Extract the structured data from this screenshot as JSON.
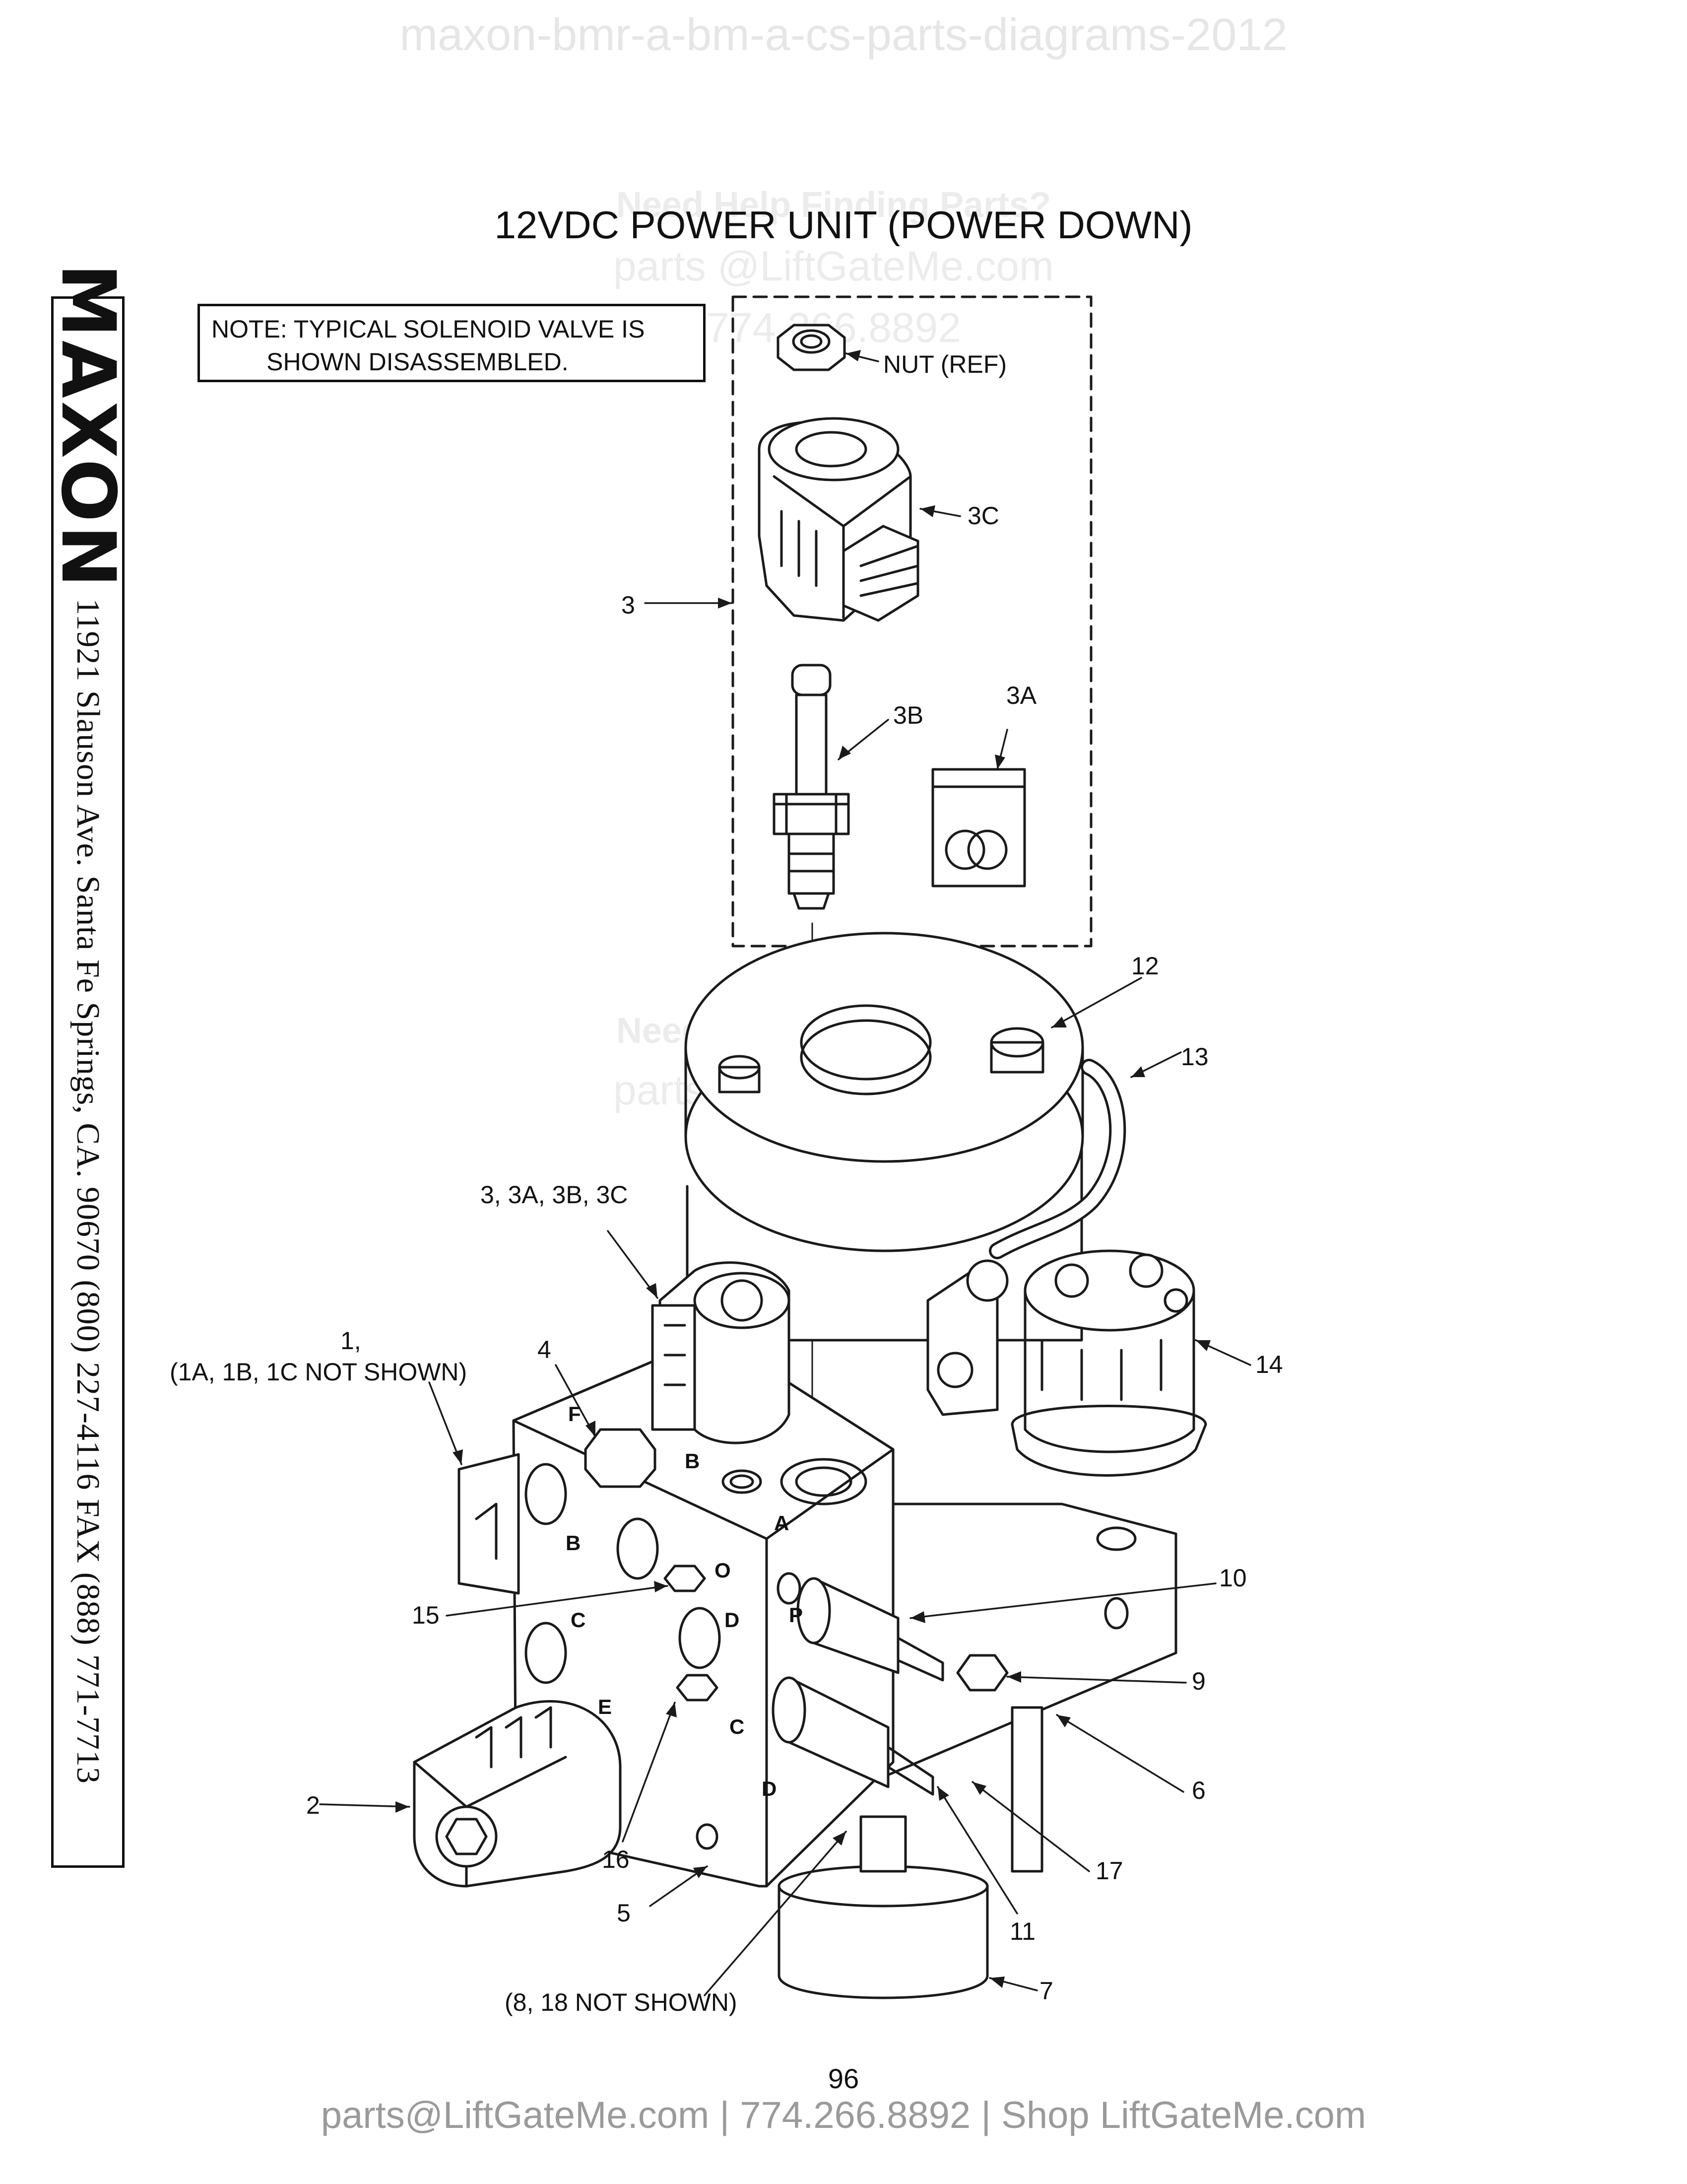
{
  "header": {
    "watermark": "maxon-bmr-a-bm-a-cs-parts-diagrams-2012"
  },
  "title": "12VDC POWER UNIT (POWER DOWN)",
  "watermark": {
    "help": "Need Help Finding Parts?",
    "email": "parts @LiftGateMe.com",
    "phone": "774.266.8892"
  },
  "note": "NOTE: TYPICAL SOLENOID VALVE IS\n        SHOWN DISASSEMBLED.",
  "sidebar": {
    "logo": "MAXON",
    "registered": "®",
    "address": "11921 Slauson Ave.  Santa Fe Springs, CA.  90670  (800) 227-4116  FAX (888) 771-7713"
  },
  "callouts": {
    "nut_ref": "NUT (REF)",
    "c3C": "3C",
    "c3": "3",
    "c3B": "3B",
    "c3A": "3A",
    "c12": "12",
    "c13": "13",
    "c3group": "3, 3A, 3B, 3C",
    "c1": "1,",
    "c1sub": "(1A, 1B, 1C NOT SHOWN)",
    "c4": "4",
    "c14": "14",
    "c10": "10",
    "c15": "15",
    "c9": "9",
    "c6": "6",
    "c2": "2",
    "c16": "16",
    "c17": "17",
    "c11": "11",
    "c5": "5",
    "c7": "7",
    "c8_18": "(8, 18 NOT SHOWN)"
  },
  "port_letters": {
    "F": "F",
    "B": "B",
    "A": "A",
    "B2": "B",
    "O": "O",
    "P": "P",
    "C": "C",
    "D": "D",
    "E": "E",
    "C2": "C",
    "D2": "D"
  },
  "page_number": "96",
  "footer": "parts@LiftGateMe.com | 774.266.8892 | Shop LiftGateMe.com"
}
